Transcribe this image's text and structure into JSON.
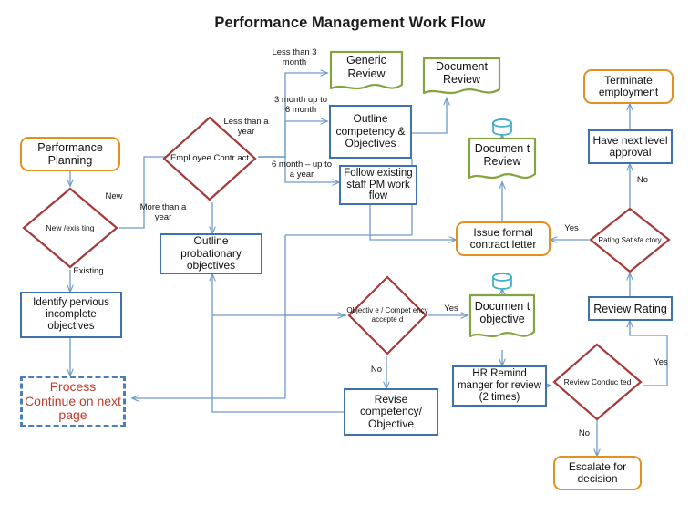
{
  "title": "Performance Management Work Flow",
  "colors": {
    "process_border": "#3f72ab",
    "terminator_border": "#e4901f",
    "decision_border": "#a63a3a",
    "document_border": "#83a441",
    "database": "#3fb0c9",
    "connector": "#6d9bc9",
    "offpage_text": "#c0392b",
    "offpage_border": "#4a7ebb"
  },
  "nodes": {
    "performance_planning": {
      "label": "Performance Planning",
      "type": "terminator"
    },
    "new_existing": {
      "label": "New /exis ting",
      "type": "decision"
    },
    "identify_previous": {
      "label": "Identify pervious incomplete objectives",
      "type": "process"
    },
    "process_continue": {
      "label": "Process Continue on next page",
      "type": "offpage"
    },
    "employee_contract": {
      "label": "Empl oyee Contr act",
      "type": "decision"
    },
    "outline_probationary": {
      "label": "Outline probationary objectives",
      "type": "process"
    },
    "generic_review": {
      "label": "Generic Review",
      "type": "document"
    },
    "outline_competency": {
      "label": "Outline competency & Objectives",
      "type": "process"
    },
    "follow_existing": {
      "label": "Follow existing staff PM work flow",
      "type": "process"
    },
    "document_review_top": {
      "label": "Document Review",
      "type": "document"
    },
    "document_review_mid": {
      "label": "Documen t Review",
      "type": "document"
    },
    "issue_contract_letter": {
      "label": "Issue formal contract letter",
      "type": "terminator"
    },
    "objective_accepted": {
      "label": "Objectiv e / Compet ency accepte d",
      "type": "decision"
    },
    "document_objective": {
      "label": "Documen t objective",
      "type": "document"
    },
    "hr_remind": {
      "label": "HR Remind manger for review (2 times)",
      "type": "process"
    },
    "revise_competency": {
      "label": "Revise competency/ Objective",
      "type": "process"
    },
    "review_conducted": {
      "label": "Review Conduc ted",
      "type": "decision"
    },
    "escalate": {
      "label": "Escalate for decision",
      "type": "terminator"
    },
    "review_rating": {
      "label": "Review Rating",
      "type": "process"
    },
    "rating_satisfactory": {
      "label": "Rating Satisfa ctory",
      "type": "decision"
    },
    "have_next_level": {
      "label": "Have next level approval",
      "type": "process"
    },
    "terminate": {
      "label": "Terminate employment",
      "type": "terminator"
    }
  },
  "edge_labels": {
    "new": "New",
    "existing": "Existing",
    "less_than_a_year": "Less than a year",
    "more_than_a_year": "More than a year",
    "less_than_3_month": "Less than 3 month",
    "three_to_six_month": "3 month up to 6 month",
    "six_month_to_year": "6 month – up to a year",
    "objective_yes": "Yes",
    "objective_no": "No",
    "review_conducted_yes": "Yes",
    "review_conducted_no": "No",
    "rating_yes": "Yes",
    "rating_no": "No"
  },
  "icons": {
    "database_top": "database-icon",
    "database_mid": "database-icon"
  }
}
